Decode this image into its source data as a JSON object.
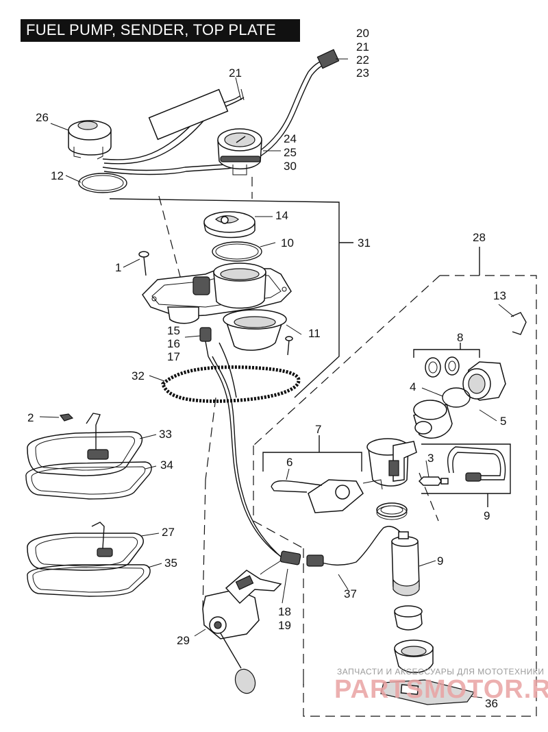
{
  "title": "FUEL PUMP, SENDER, TOP PLATE",
  "callouts": {
    "c20": "20",
    "c21a": "21",
    "c22": "22",
    "c23": "23",
    "c21b": "21",
    "c26": "26",
    "c24": "24",
    "c25": "25",
    "c30": "30",
    "c12": "12",
    "c14": "14",
    "c10": "10",
    "c31": "31",
    "c1": "1",
    "c28": "28",
    "c13": "13",
    "c11": "11",
    "c15": "15",
    "c16": "16",
    "c17": "17",
    "c8": "8",
    "c32": "32",
    "c4": "4",
    "c5": "5",
    "c2": "2",
    "c33": "33",
    "c7": "7",
    "c6": "6",
    "c3": "3",
    "c34": "34",
    "c9a": "9",
    "c9b": "9",
    "c27": "27",
    "c35": "35",
    "c37": "37",
    "c18": "18",
    "c19": "19",
    "c29": "29",
    "c36": "36"
  },
  "watermark": {
    "small": "ЗАПЧАСТИ И АКСЕССУАРЫ ДЛЯ МОТОТЕХНИКИ",
    "brand": "PARTSMOTOR.RU"
  }
}
